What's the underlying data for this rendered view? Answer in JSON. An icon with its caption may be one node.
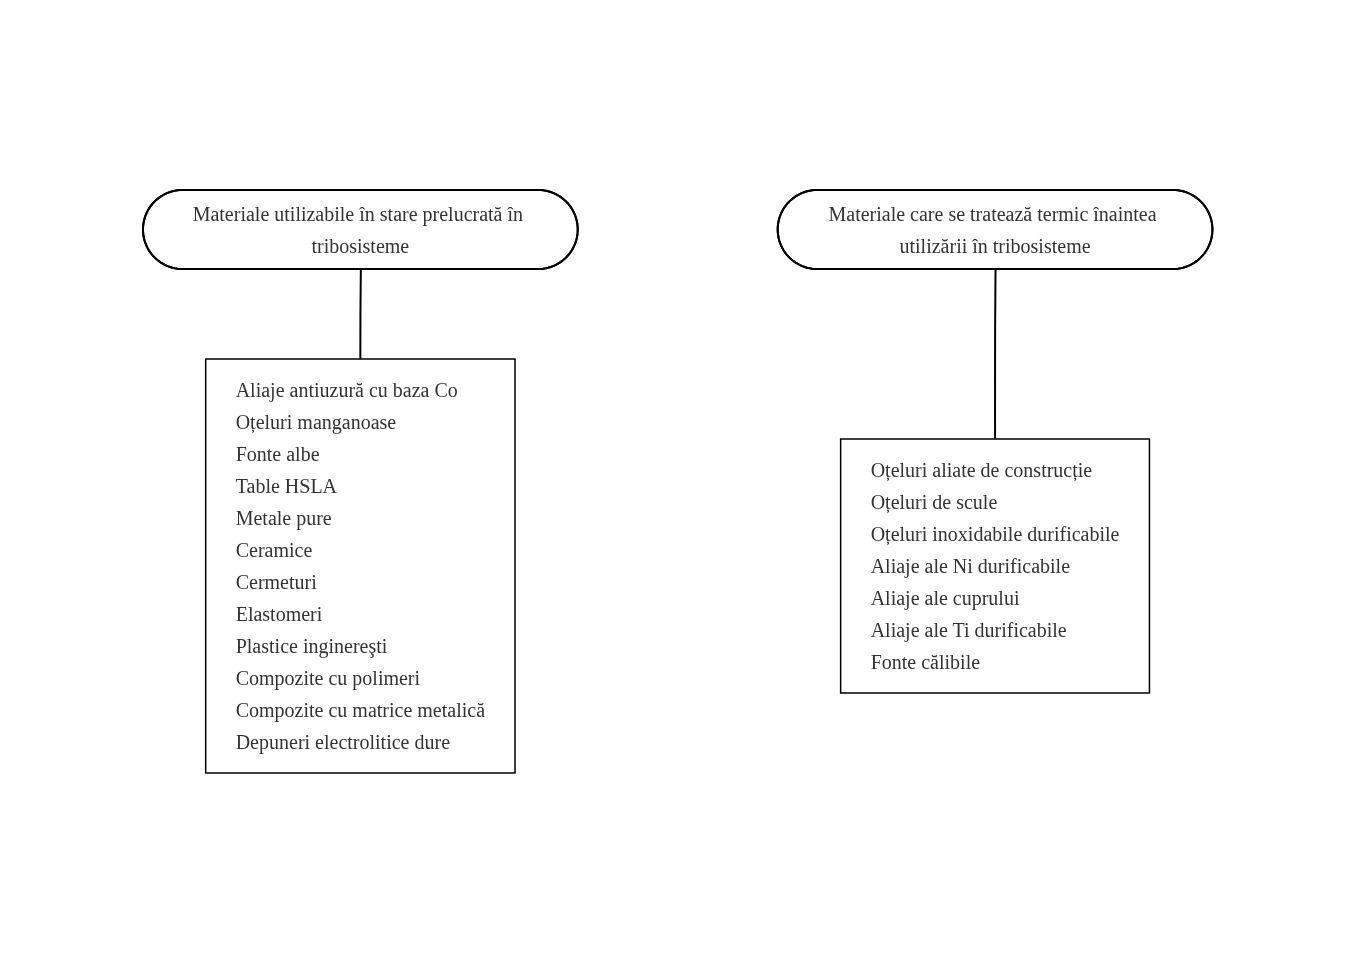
{
  "diagram": {
    "nodes": [
      {
        "text": [
          "Materiale utilizabile în stare prelucrată în tribosisteme"
        ]
      },
      {
        "text": [
          "Aliaje antiuzură cu baza Co",
          "Oțeluri manganoase",
          "Fonte albe",
          "Table HSLA",
          "Metale pure",
          "Ceramice",
          "Cermeturi",
          "Elastomeri",
          "Plastice inginereşti",
          "Compozite cu polimeri",
          "Compozite cu matrice metalică",
          "Depuneri electrolitice dure"
        ]
      },
      {
        "text": [
          "Materiale care se tratează termic înaintea utilizării în tribosisteme"
        ]
      },
      {
        "text": [
          "Oțeluri aliate de construcție",
          "Oțeluri de scule",
          "Oțeluri inoxidabile durificabile",
          "Aliaje ale Ni durificabile",
          "Aliaje ale cuprului",
          "Aliaje ale Ti durificabile",
          "Fonte călibile"
        ]
      }
    ],
    "edges": [
      {
        "from": 0,
        "to": 1,
        "arrow": "none"
      },
      {
        "from": 2,
        "to": 3,
        "arrow": "none"
      }
    ]
  }
}
